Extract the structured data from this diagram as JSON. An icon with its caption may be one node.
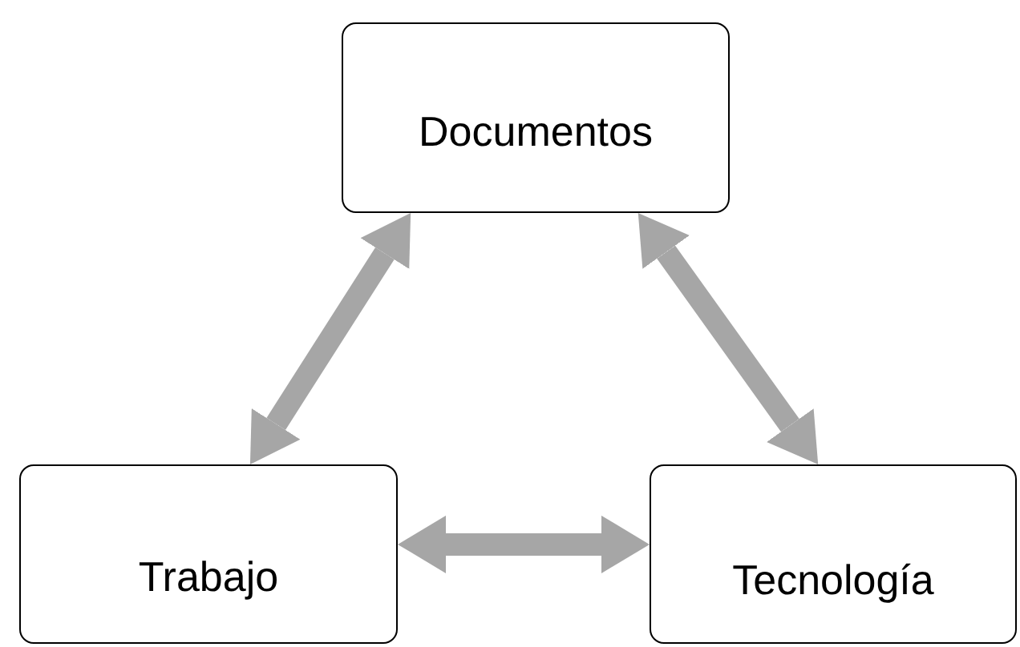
{
  "diagram": {
    "nodes": [
      {
        "text": [
          "Documentos"
        ]
      },
      {
        "text": [
          "Trabajo"
        ]
      },
      {
        "text": [
          "Tecnología"
        ]
      }
    ],
    "edges": [
      {
        "from": 0,
        "to": 1,
        "arrow": "both"
      },
      {
        "from": 0,
        "to": 2,
        "arrow": "both"
      },
      {
        "from": 1,
        "to": 2,
        "arrow": "both"
      }
    ]
  }
}
